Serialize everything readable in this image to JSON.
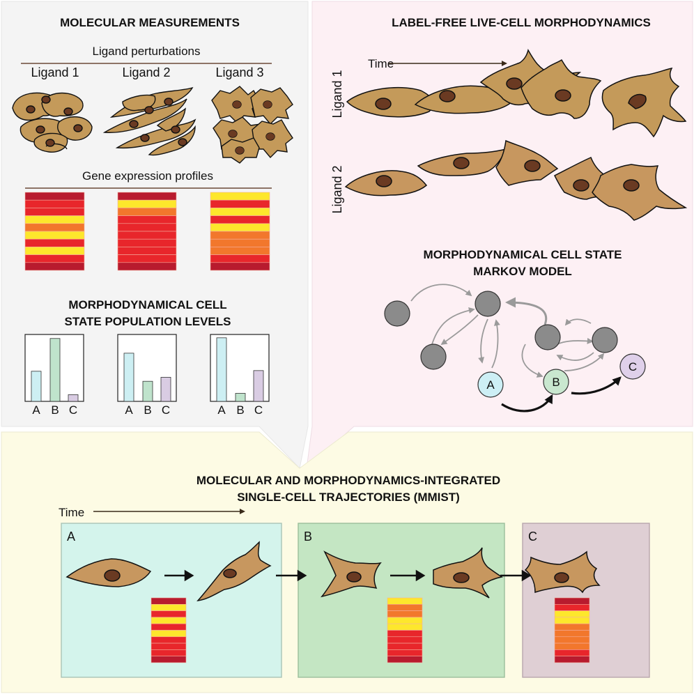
{
  "left_panel": {
    "title": "MOLECULAR MEASUREMENTS",
    "perturbations_label": "Ligand perturbations",
    "ligands": [
      "Ligand 1",
      "Ligand 2",
      "Ligand 3"
    ],
    "gene_expression_label": "Gene expression profiles",
    "population_title_line1": "MORPHODYNAMICAL CELL",
    "population_title_line2": "STATE POPULATION LEVELS",
    "bar_categories": [
      "A",
      "B",
      "C"
    ],
    "population_levels": [
      {
        "ligand": "Ligand 1",
        "values": [
          0.45,
          0.94,
          0.1
        ]
      },
      {
        "ligand": "Ligand 2",
        "values": [
          0.72,
          0.3,
          0.36
        ]
      },
      {
        "ligand": "Ligand 3",
        "values": [
          0.95,
          0.12,
          0.46
        ]
      }
    ],
    "bar_colors": [
      "#cdeff3",
      "#bfe3cc",
      "#d9cce3"
    ]
  },
  "right_panel": {
    "title": "LABEL-FREE LIVE-CELL MORPHODYNAMICS",
    "time_label": "Time",
    "rows": [
      "Ligand 1",
      "Ligand 2"
    ],
    "markov_title_line1": "MORPHODYNAMICAL CELL STATE",
    "markov_title_line2": "MARKOV MODEL",
    "states": [
      {
        "label": "A",
        "color": "#cdeff5"
      },
      {
        "label": "B",
        "color": "#c9e7cf"
      },
      {
        "label": "C",
        "color": "#dfd0ea"
      }
    ]
  },
  "bottom_panel": {
    "title_line1": "MOLECULAR AND MORPHODYNAMICS-INTEGRATED",
    "title_line2": "SINGLE-CELL TRAJECTORIES (MMIST)",
    "time_label": "Time",
    "boxes": [
      {
        "label": "A",
        "color": "#d4f4ec"
      },
      {
        "label": "B",
        "color": "#c4e6c3"
      },
      {
        "label": "C",
        "color": "#dfcfd4"
      }
    ]
  },
  "colors": {
    "left_bg": "#f4f4f4",
    "right_bg": "#fdf0f4",
    "bottom_bg": "#fdfbe4",
    "cell_fill": "#c49a5a",
    "cell_fill_2": "#c7975f",
    "cell_stroke": "#111111",
    "nucleus": "#6a3a22",
    "heat_dark_red": "#b81b2e",
    "heat_red": "#e8262b",
    "heat_orange": "#f2772c",
    "heat_yellow": "#fde72c",
    "node_gray": "#8b8b8b"
  }
}
